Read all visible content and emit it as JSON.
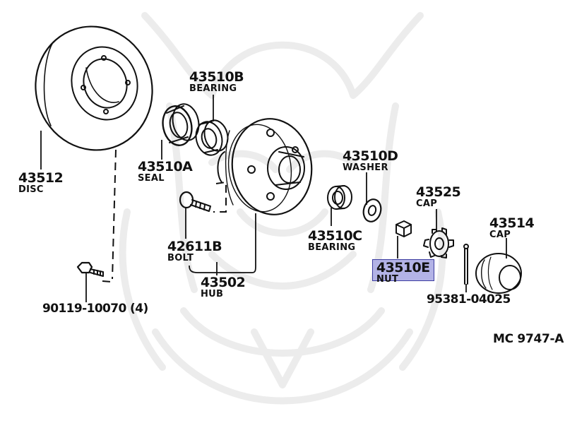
{
  "parts": {
    "disc": {
      "number": "43512",
      "name": "DISC"
    },
    "bearing_outer": {
      "number": "43510B",
      "name": "BEARING"
    },
    "seal": {
      "number": "43510A",
      "name": "SEAL"
    },
    "washer": {
      "number": "43510D",
      "name": "WASHER"
    },
    "cap_small": {
      "number": "43525",
      "name": "CAP"
    },
    "cap_large": {
      "number": "43514",
      "name": "CAP"
    },
    "bearing_inner": {
      "number": "43510C",
      "name": "BEARING"
    },
    "bolt": {
      "number": "42611B",
      "name": "BOLT"
    },
    "nut": {
      "number": "43510E",
      "name": "NUT"
    },
    "hub": {
      "number": "43502",
      "name": "HUB"
    },
    "disc_bolt": {
      "number": "90119-10070 (4)"
    },
    "cotter_pin": {
      "number": "95381-04025"
    }
  },
  "drawing_code": "MC  9747-A",
  "colors": {
    "line": "#111111",
    "highlight_fill": "#b3b3e6",
    "highlight_border": "#3c3ca0",
    "watermark": "#ececec"
  }
}
